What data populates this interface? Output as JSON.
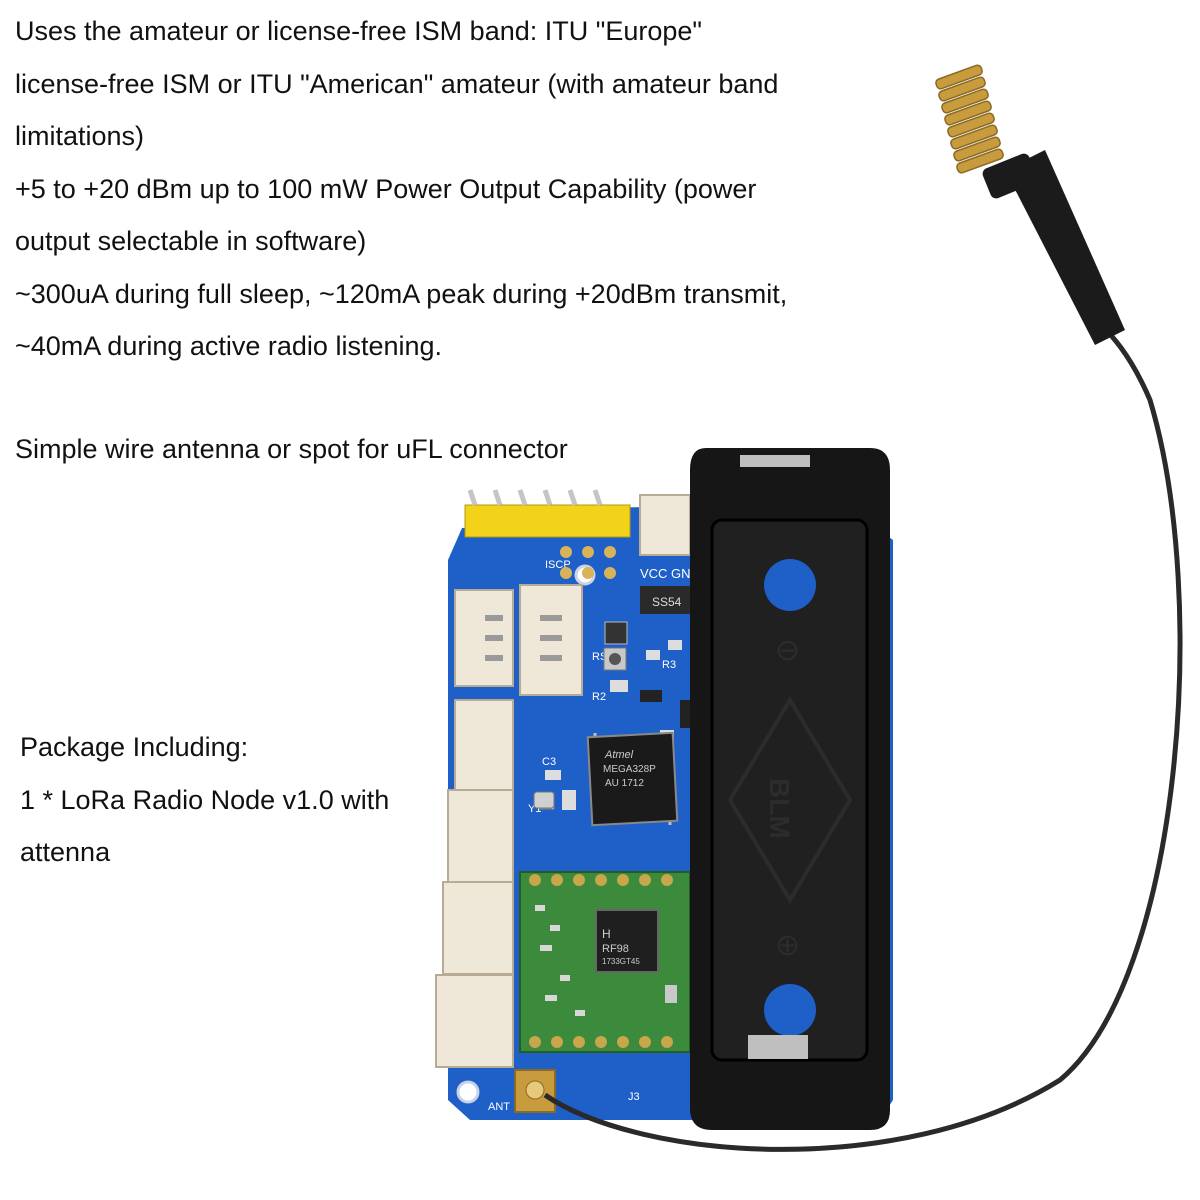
{
  "specs": {
    "lines": [
      "Uses the amateur or license-free ISM band: ITU \"Europe\"",
      "license-free ISM or ITU \"American\" amateur (with amateur band",
      "limitations)",
      "+5 to +20 dBm up to 100 mW Power Output Capability (power",
      "output selectable in software)",
      "~300uA during full sleep, ~120mA peak during +20dBm transmit,",
      "~40mA during active radio listening."
    ]
  },
  "antenna_note": "Simple wire antenna or spot for uFL connector",
  "package": {
    "lines": [
      "Package Including:",
      "1 * LoRa Radio Node v1.0 with",
      "attenna"
    ]
  },
  "board_labels": {
    "vcc_gnd": "VCC GND",
    "diode": "SS54",
    "reset": "RST",
    "mcu_brand": "Atmel",
    "mcu_model": "MEGA328P",
    "mcu_code": "AU 1712",
    "rf_brand": "H",
    "rf_model": "RF98",
    "rf_code": "1733GT45",
    "antenna_port": "ANT",
    "battery_brand": "BLM",
    "plus_sign": "⊕",
    "minus_sign": "⊖",
    "header_label": "ISCP",
    "crystal": "Y1",
    "cap": "C3",
    "jumper": "J3",
    "res1": "R3",
    "res2": "R2"
  },
  "colors": {
    "pcb_blue": "#1f5fc8",
    "battery_black": "#161616",
    "jst_white": "#efe7d8",
    "pin_yellow": "#f2d31a",
    "rf_green": "#3c8a3c",
    "coil_gold": "#c89b3c"
  }
}
